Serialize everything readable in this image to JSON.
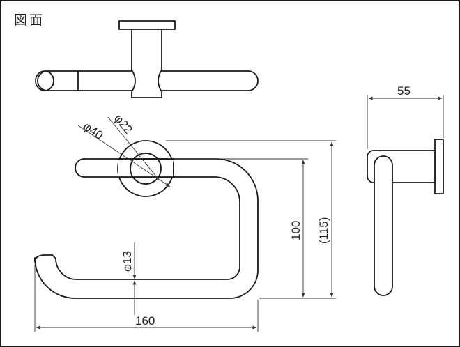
{
  "title": "図面",
  "dimensions": {
    "phi40": "φ40",
    "phi22": "φ22",
    "phi13": "φ13",
    "width_160": "160",
    "height_100": "100",
    "height_115": "(115)",
    "depth_55": "55"
  },
  "colors": {
    "line": "#1a1a1a",
    "background": "#ffffff"
  }
}
